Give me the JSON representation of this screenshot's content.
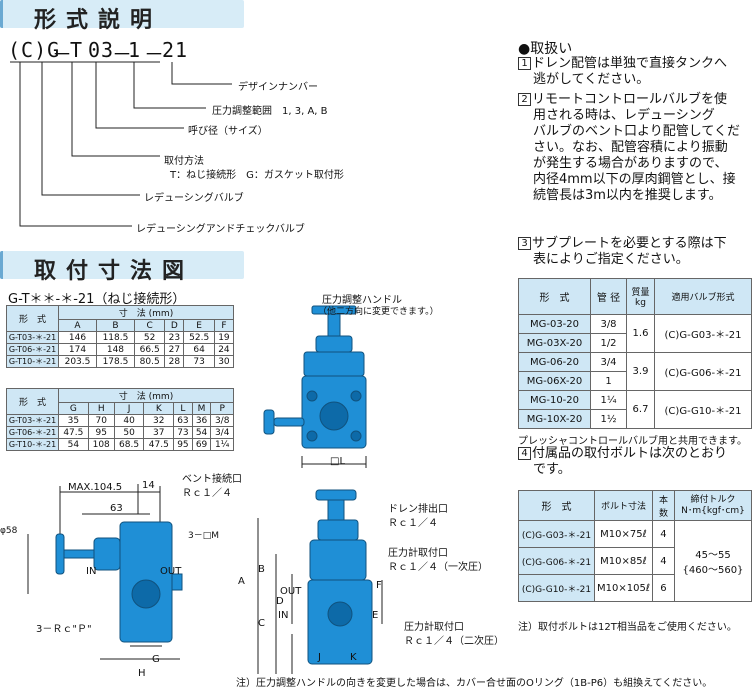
{
  "sections": {
    "model_title": "形式説明",
    "dims_title": "取付寸法図"
  },
  "model_code": {
    "parts": [
      "(C)G",
      "－",
      "T",
      "03",
      "－",
      "1",
      "－",
      "21"
    ],
    "labels": {
      "design_number": "デザインナンバー",
      "pressure_range": "圧力調整範囲　1, 3, A, B",
      "nominal_size": "呼び径（サイズ）",
      "mounting_method": "取付方法",
      "mounting_detail": "T：ねじ接続形　G：ガスケット取付形",
      "reducing_valve": "レデューシングバルブ",
      "check_valve": "レデューシングアンドチェックバルブ"
    }
  },
  "dims": {
    "subtitle": "G-T＊＊-＊-21（ねじ接続形）",
    "table1": {
      "unit_label": "寸　法 (mm)",
      "model_header": "形　式",
      "cols": [
        "A",
        "B",
        "C",
        "D",
        "E",
        "F"
      ],
      "rows": [
        {
          "model": "G-T03-＊-21",
          "vals": [
            "146",
            "118.5",
            "52",
            "23",
            "52.5",
            "19"
          ]
        },
        {
          "model": "G-T06-＊-21",
          "vals": [
            "174",
            "148",
            "66.5",
            "27",
            "64",
            "24"
          ]
        },
        {
          "model": "G-T10-＊-21",
          "vals": [
            "203.5",
            "178.5",
            "80.5",
            "28",
            "73",
            "30"
          ]
        }
      ]
    },
    "table2": {
      "unit_label": "寸　法 (mm)",
      "model_header": "形　式",
      "cols": [
        "G",
        "H",
        "J",
        "K",
        "L",
        "M",
        "P"
      ],
      "rows": [
        {
          "model": "G-T03-＊-21",
          "vals": [
            "35",
            "70",
            "40",
            "32",
            "63",
            "36",
            "3/8"
          ]
        },
        {
          "model": "G-T06-＊-21",
          "vals": [
            "47.5",
            "95",
            "50",
            "37",
            "73",
            "54",
            "3/4"
          ]
        },
        {
          "model": "G-T10-＊-21",
          "vals": [
            "54",
            "108",
            "68.5",
            "47.5",
            "95",
            "69",
            "1¼"
          ]
        }
      ]
    }
  },
  "drawing": {
    "handle_label": "圧力調整ハンドル",
    "handle_note": "（他二方向に変更できます。）",
    "max_len": "MAX.104.5",
    "d14": "14",
    "d63": "63",
    "vent_label": "ベント接続口",
    "vent_size": "Ｒｃ１／４",
    "phi58": "φ58",
    "m3": "3－□M",
    "in1": "IN",
    "out1": "OUT",
    "rcp": "3－Ｒｃ\"Ｐ\"",
    "g": "G",
    "h": "H",
    "drain_label": "ドレン排出口",
    "drain_size": "Ｒｃ１／４",
    "gauge1_label": "圧力計取付口",
    "gauge1_size": "Ｒｃ１／４（一次圧）",
    "gauge2_label": "圧力計取付口",
    "gauge2_size": "Ｒｃ１／４（二次圧）",
    "a": "A",
    "b": "B",
    "c": "C",
    "d": "D",
    "e": "E",
    "f": "F",
    "in2": "IN",
    "out2": "OUT",
    "j": "J",
    "k": "K",
    "l": "□L"
  },
  "handling": {
    "title": "●取扱い",
    "items": [
      {
        "num": "1",
        "lines": [
          "ドレン配管は単独で直接タンクへ",
          "逃がしてください。"
        ]
      },
      {
        "num": "2",
        "lines": [
          "リモートコントロールバルブを使",
          "用される時は、レデューシング",
          "バルブのベント口より配管してくだ",
          "さい。なお、配管容積により振動",
          "が発生する場合がありますので、",
          "内径4mm以下の厚肉鋼管とし、接",
          "続管長は3m以内を推奨します。"
        ]
      },
      {
        "num": "3",
        "lines": [
          "サブプレートを必要とする際は下",
          "表によりご指定ください。"
        ]
      }
    ]
  },
  "subplate": {
    "headers": [
      "形　式",
      "管 径",
      "質量 kg",
      "適用バルブ形式"
    ],
    "rows": [
      {
        "model": "MG-03-20",
        "pipe": "3/8"
      },
      {
        "model": "MG-03X-20",
        "pipe": "1/2"
      },
      {
        "model": "MG-06-20",
        "pipe": "3/4"
      },
      {
        "model": "MG-06X-20",
        "pipe": "1"
      },
      {
        "model": "MG-10-20",
        "pipe": "1¼"
      },
      {
        "model": "MG-10X-20",
        "pipe": "1½"
      }
    ],
    "groups": [
      {
        "mass": "1.6",
        "valve": "(C)G-G03-＊-21"
      },
      {
        "mass": "3.9",
        "valve": "(C)G-G06-＊-21"
      },
      {
        "mass": "6.7",
        "valve": "(C)G-G10-＊-21"
      }
    ],
    "note": "プレッシャコントロールバルブ用と共用できます。"
  },
  "bolts": {
    "item_num": "4",
    "item_lines": [
      "付属品の取付ボルトは次のとおり",
      "です。"
    ],
    "headers": [
      "形　式",
      "ボルト寸法",
      "本数",
      "締付トルク",
      "N･m{kgf･cm}"
    ],
    "rows": [
      {
        "model": "(C)G-G03-＊-21",
        "bolt": "M10×75ℓ",
        "qty": "4"
      },
      {
        "model": "(C)G-G06-＊-21",
        "bolt": "M10×85ℓ",
        "qty": "4"
      },
      {
        "model": "(C)G-G10-＊-21",
        "bolt": "M10×105ℓ",
        "qty": "6"
      }
    ],
    "torque": "45～55",
    "torque2": "{460～560}",
    "note": "注）取付ボルトは12T相当品をご使用ください。"
  },
  "footer_note": "注）圧力調整ハンドルの向きを変更した場合は、カバー合せ面のOリング（1B-P6）も組換えてください。",
  "colors": {
    "valve_blue": "#1f8fd6",
    "table_header": "#cfe7f5",
    "bar": "#d7ecf7"
  }
}
